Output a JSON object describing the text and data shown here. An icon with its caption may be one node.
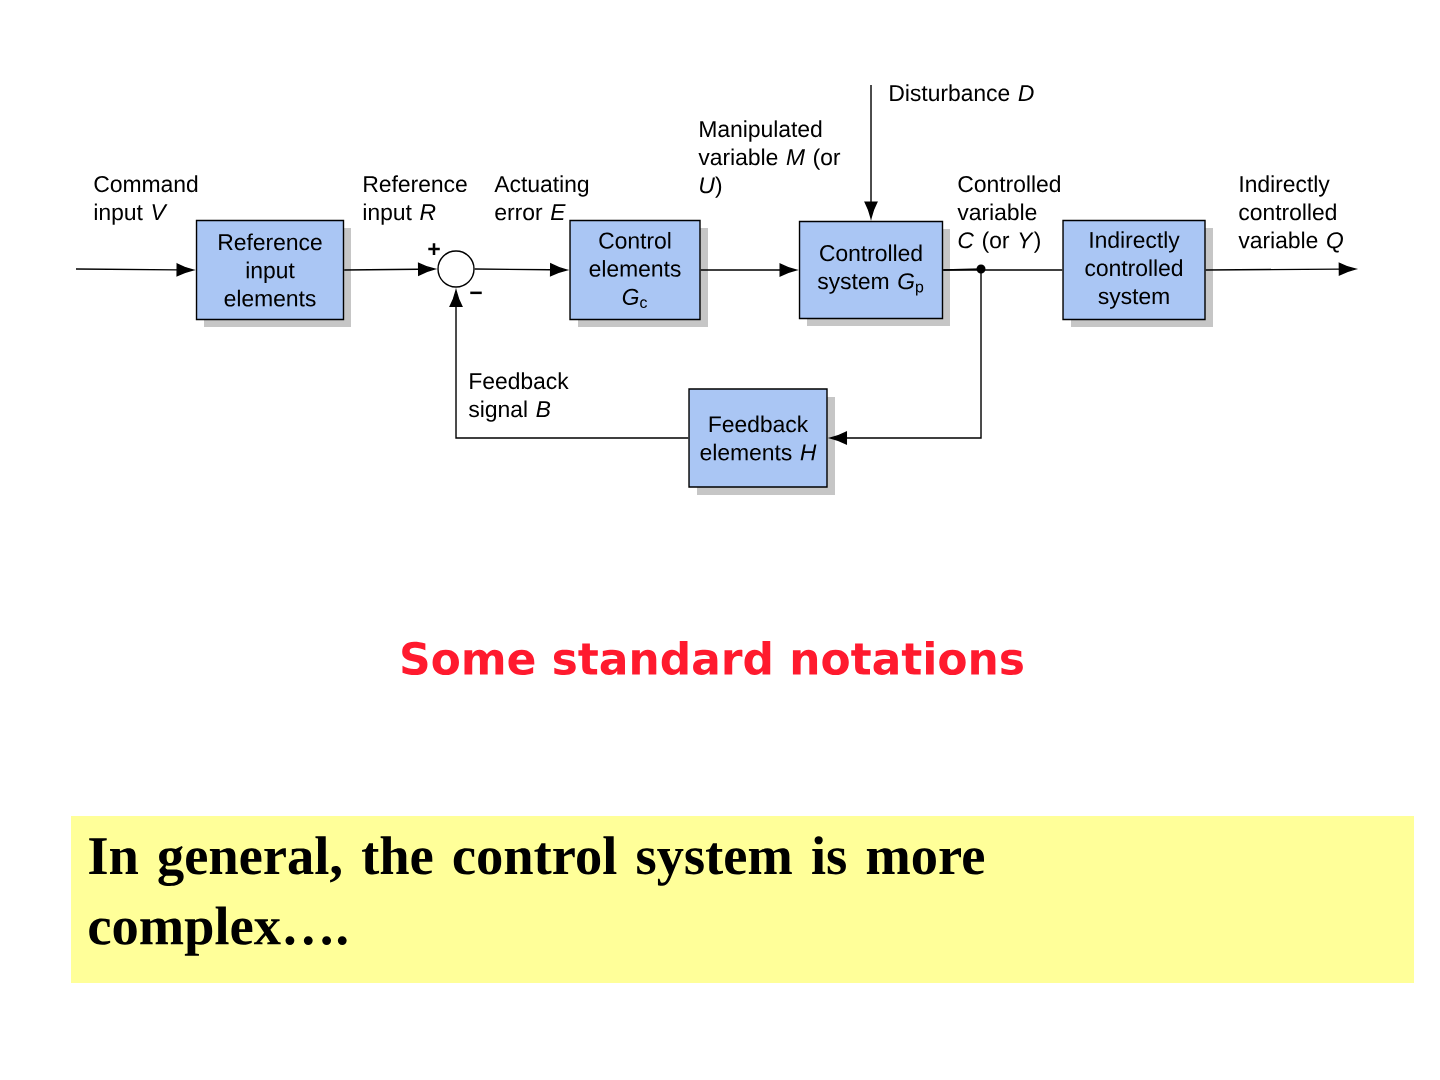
{
  "diagram": {
    "caption": "Some standard notations",
    "nodes": [
      {
        "text": [
          "Reference input elements"
        ]
      },
      {
        "text": [],
        "shape": "circle"
      },
      {
        "text": [
          "Control elements *G*$_{c}$"
        ]
      },
      {
        "text": [
          "Controlled system *G*$_{p}$"
        ]
      },
      {
        "text": [
          "Indirectly controlled system"
        ]
      },
      {
        "text": [
          "Feedback elements *H*"
        ]
      },
      {
        "text": [
          "In general, the control system is more complex…."
        ]
      }
    ],
    "edges": [
      {
        "from": null,
        "to": 0,
        "arrow": "to",
        "label": "Command input *V*"
      },
      {
        "from": 0,
        "to": 1,
        "arrow": "to",
        "label": "Reference input *R*"
      },
      {
        "from": 1,
        "to": 2,
        "arrow": "to",
        "label": "Actuating error *E*"
      },
      {
        "from": 2,
        "to": 3,
        "arrow": "to",
        "label": "Manipulated variable *M* (or *U*)"
      },
      {
        "from": null,
        "to": 3,
        "arrow": "to",
        "label": "Disturbance *D*"
      },
      {
        "from": 3,
        "to": 4,
        "arrow": "none",
        "label": "Controlled variable *C* (or *Y*)"
      },
      {
        "from": 3,
        "to": 5,
        "arrow": "to"
      },
      {
        "from": 5,
        "to": 1,
        "arrow": "to",
        "label": "Feedback signal *B*"
      },
      {
        "from": 4,
        "to": null,
        "arrow": "to",
        "label": "Indirectly controlled variable *Q*"
      }
    ],
    "labels": [
      "+",
      "−"
    ]
  }
}
